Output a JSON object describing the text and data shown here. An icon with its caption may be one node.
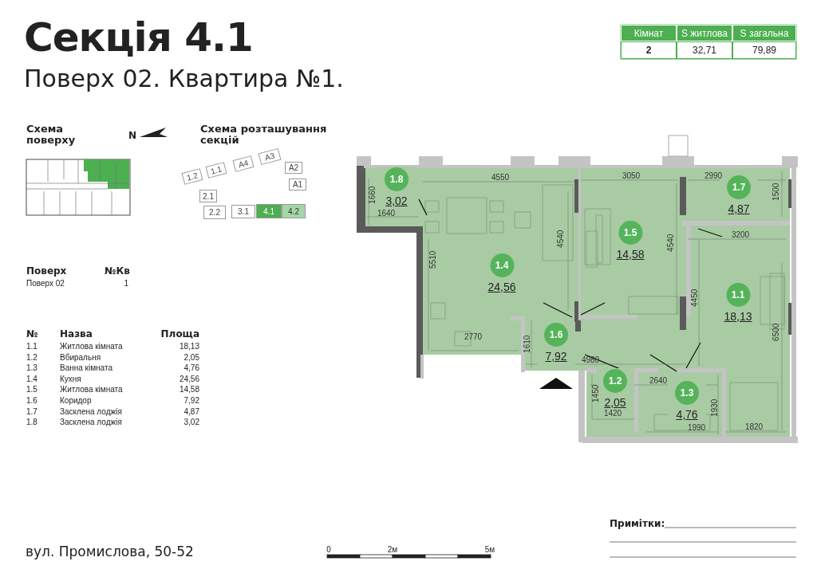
{
  "diagram": {
    "title": "Секція 4.1",
    "nodes": [
      {
        "text": [
          "A3"
        ]
      },
      {
        "text": [
          "1.1"
        ]
      },
      {
        "text": [
          "A4"
        ]
      },
      {
        "text": [
          "1.2"
        ]
      },
      {
        "text": [
          "A2"
        ]
      },
      {
        "text": [
          "A1"
        ]
      },
      {
        "text": [
          "2.1"
        ]
      },
      {
        "text": [
          "2.2"
        ]
      },
      {
        "text": [
          "3.1"
        ]
      },
      {
        "text": [
          "4.1"
        ]
      },
      {
        "text": [
          "4.2"
        ]
      },
      {
        "text": [
          "1.8",
          "3,02"
        ]
      },
      {
        "text": [
          "1.7",
          "4,87"
        ]
      },
      {
        "text": [
          "1.5",
          "14,58"
        ]
      },
      {
        "text": [
          "1.4",
          "24,56"
        ]
      },
      {
        "text": [
          "1.1",
          "18,13"
        ]
      },
      {
        "text": [
          "1.6",
          "7,92"
        ]
      },
      {
        "text": [
          "1.2",
          "2,05"
        ]
      },
      {
        "text": [
          "1.3",
          "4,76"
        ]
      }
    ],
    "labels": [
      "Поверх 02. Квартира №1.",
      "Кімнат",
      "S житлова",
      "S загальна",
      "2",
      "32,71",
      "79,89",
      "Схема поверху",
      "N",
      "Схема розташування секцій",
      "Поверх",
      "№Кв",
      "Поверх 02",
      "1",
      "№",
      "Назва",
      "Площа",
      "1.1",
      "Житлова кімната",
      "18,13",
      "1.2",
      "Вбиральня",
      "2,05",
      "1.3",
      "Ванна кімната",
      "4,76",
      "1.4",
      "Кухня",
      "24,56",
      "1.5",
      "Житлова кімната",
      "14,58",
      "1.6",
      "Коридор",
      "7,92",
      "1.7",
      "Засклена лоджія",
      "4,87",
      "1.8",
      "Засклена лоджія",
      "3,02",
      "1660",
      "1640",
      "4550",
      "5510",
      "4540",
      "2770",
      "1610",
      "3050",
      "4540",
      "2990",
      "1500",
      "3200",
      "4450",
      "6500",
      "4980",
      "2640",
      "1450",
      "1420",
      "1930",
      "1990",
      "1820",
      "0",
      "2м",
      "5м",
      "Примітки:",
      "вул. Промислова, 50-52"
    ]
  }
}
